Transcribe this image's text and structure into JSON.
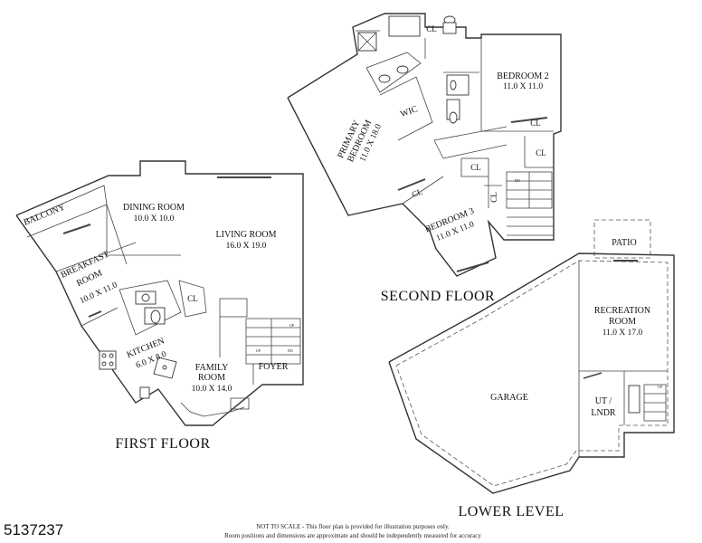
{
  "floors": {
    "first": "FIRST FLOOR",
    "second": "SECOND FLOOR",
    "lower": "LOWER LEVEL"
  },
  "rooms": {
    "balcony": "BALCONY",
    "breakfast_1": "BREAKFAST",
    "breakfast_2": "ROOM",
    "breakfast_dim": "10.0 X 11.0",
    "dining": "DINING ROOM",
    "dining_dim": "10.0 X 10.0",
    "living": "LIVING ROOM",
    "living_dim": "16.0 X 19.0",
    "kitchen": "KITCHEN",
    "kitchen_dim": "6.0 X 8.0",
    "family_1": "FAMILY",
    "family_2": "ROOM",
    "family_dim": "10.0 X 14.0",
    "foyer": "FOYER",
    "primary_1": "PRIMARY",
    "primary_2": "BEDROOM",
    "primary_dim": "11.0 X 18.0",
    "wic": "WIC",
    "bedroom2": "BEDROOM 2",
    "bedroom2_dim": "11.0 X 11.0",
    "bedroom3": "BEDROOM 3",
    "bedroom3_dim": "11.0 X 11.0",
    "patio": "PATIO",
    "recreation_1": "RECREATION",
    "recreation_2": "ROOM",
    "recreation_dim": "11.0 X 17.0",
    "garage": "GARAGE",
    "ut_1": "UT /",
    "ut_2": "LNDR"
  },
  "closet_label": "CL",
  "stair": {
    "up": "UP",
    "dn": "DN"
  },
  "listing_number": "5137237",
  "disclaimer": {
    "line1": "NOT TO SCALE - This floor plan is provided for illustration purposes only.",
    "line2": "Room positions and dimensions are approximate and should be independently measured for accuracy"
  }
}
